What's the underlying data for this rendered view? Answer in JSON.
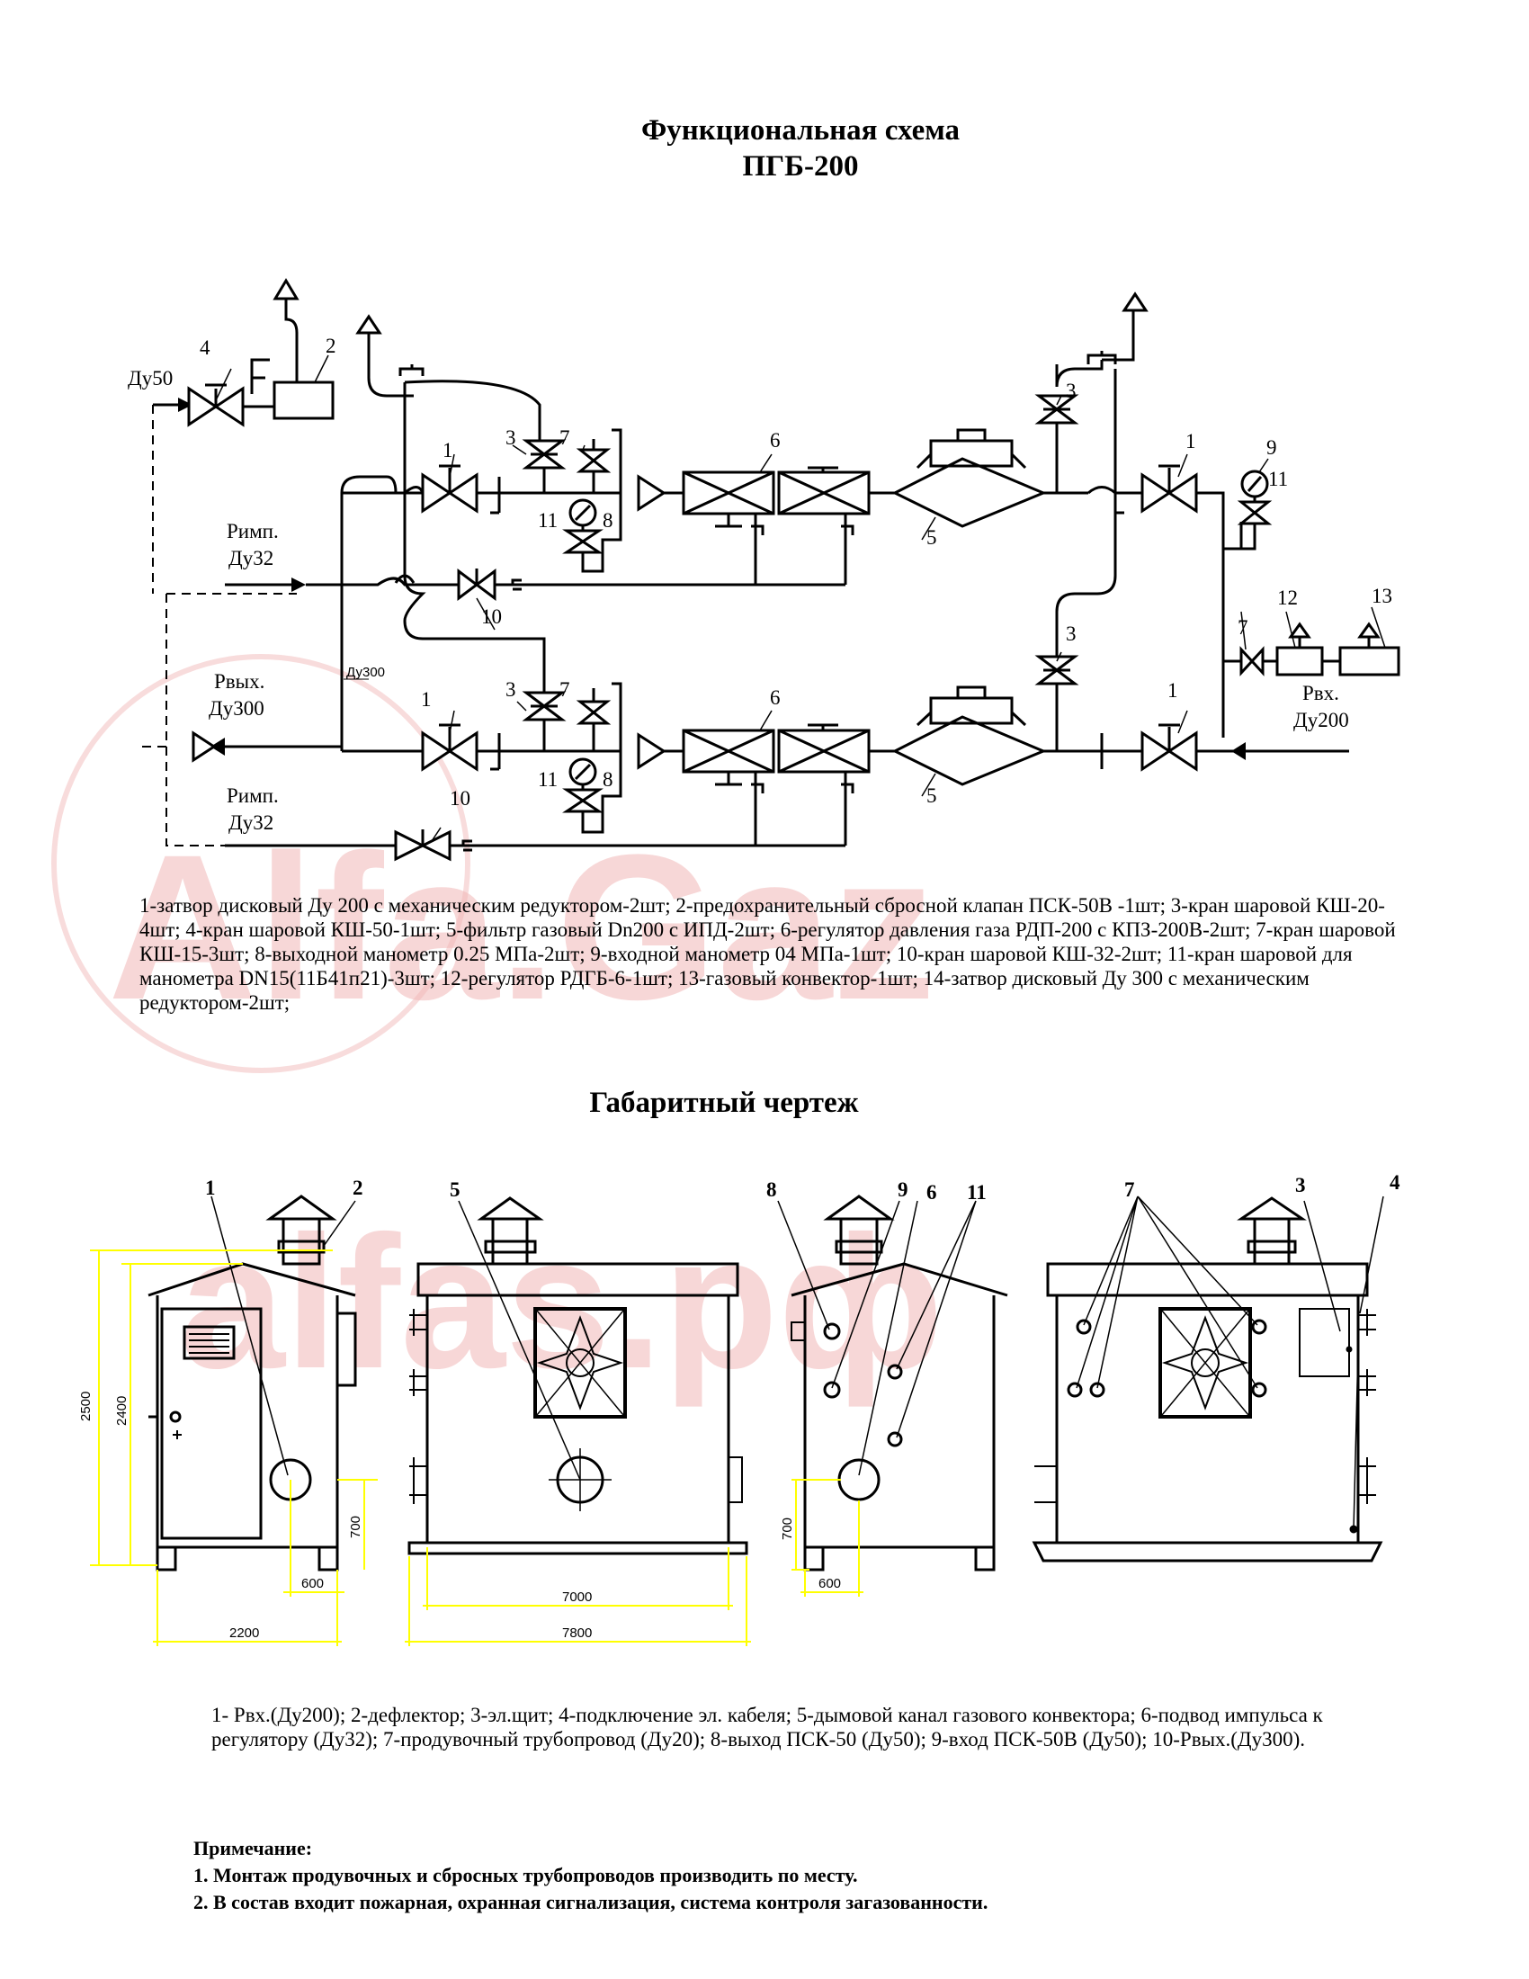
{
  "titles": {
    "schema_line1": "Функциональная схема",
    "schema_line2": "ПГБ-200",
    "dims": "Габаритный чертеж"
  },
  "watermark": {
    "line1": "Alfa.Gaz",
    "line2": "alfas.pф"
  },
  "colors": {
    "line": "#000000",
    "dimension": "#ffff00",
    "watermark": "#f2b7b7"
  },
  "schema": {
    "labels": {
      "du50": "Ду50",
      "rimp_top": "Римп.",
      "du32_top": "Ду32",
      "rvyh": "Рвых.",
      "du300": "Ду300",
      "du300_small": "Ду300",
      "rimp_bottom": "Римп.",
      "du32_bottom": "Ду32",
      "rvh": "Рвх.",
      "du200": "Ду200"
    },
    "numbers": [
      "1",
      "2",
      "3",
      "4",
      "5",
      "6",
      "7",
      "8",
      "9",
      "10",
      "11",
      "12",
      "13"
    ]
  },
  "legend1": "1-затвор дисковый Ду 200  с механическим редуктором-2шт; 2-предохранительный сбросной клапан ПСК-50В -1шт; 3-кран шаровой КШ-20-4шт; 4-кран шаровой КШ-50-1шт; 5-фильтр газовый Dn200 с ИПД-2шт; 6-регулятор давления газа РДП-200 с КПЗ-200В-2шт; 7-кран шаровой КШ-15-3шт; 8-выходной манометр 0.25 МПа-2шт; 9-входной манометр 04 МПа-1шт; 10-кран шаровой КШ-32-2шт; 11-кран шаровой для манометра DN15(11Б41п21)-3шт; 12-регулятор РДГБ-6-1шт; 13-газовый конвектор-1шт; 14-затвор дисковый Ду 300 с механическим редуктором-2шт;",
  "dimensions": {
    "h2500": "2500",
    "h2400": "2400",
    "h700a": "700",
    "w600a": "600",
    "w2200": "2200",
    "w7000": "7000",
    "w7800": "7800",
    "h700b": "700",
    "w600b": "600",
    "callouts": [
      "1",
      "2",
      "5",
      "8",
      "9",
      "6",
      "11",
      "7",
      "3",
      "4"
    ]
  },
  "legend2": "1- Рвх.(Ду200); 2-дефлектор; 3-эл.щит; 4-подключение эл. кабеля; 5-дымовой канал газового конвектора; 6-подвод импульса к регулятору (Ду32); 7-продувочный трубопровод (Ду20); 8-выход ПСК-50 (Ду50); 9-вход ПСК-50В (Ду50); 10-Рвых.(Ду300).",
  "notes": {
    "heading": "Примечание:",
    "item1": "1. Монтаж продувочных и сбросных трубопроводов производить по месту.",
    "item2": "2. В состав входит пожарная, охранная сигнализация, система контроля загазованности."
  }
}
